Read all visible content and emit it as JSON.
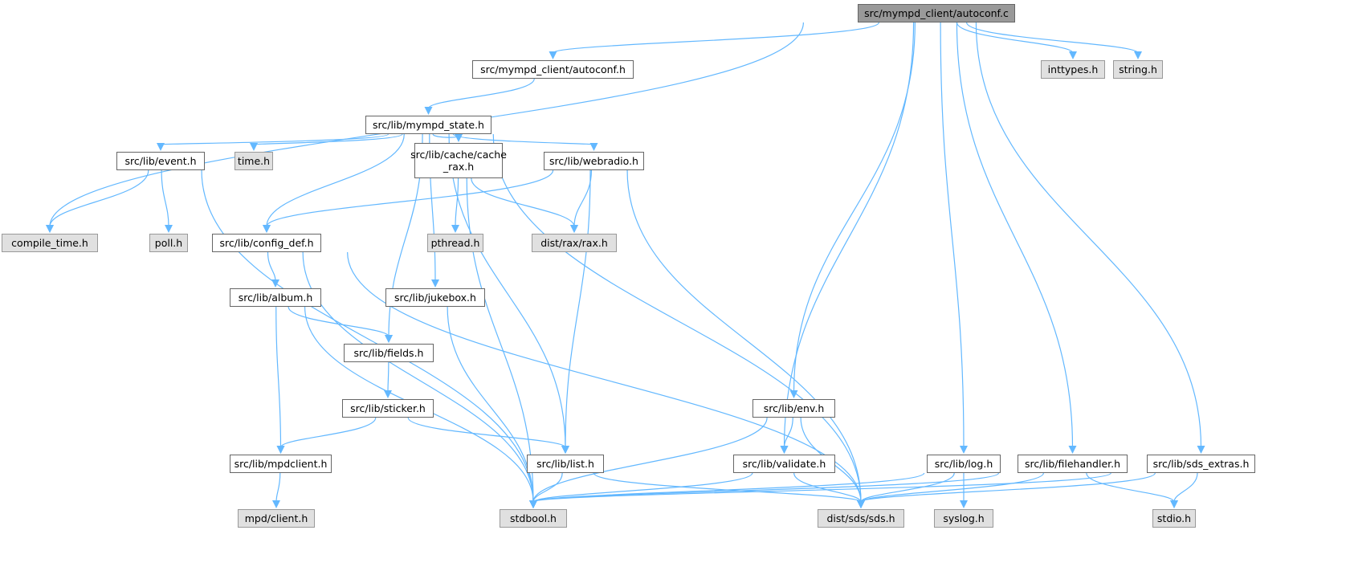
{
  "colors": {
    "edge": "#63b8ff",
    "root_fill": "#999999",
    "system_fill": "#e0e0e0",
    "node_border": "#666666"
  },
  "nodes": [
    {
      "id": "autoconf_c",
      "label": "src/mympd_client/autoconf.c",
      "kind": "root"
    },
    {
      "id": "autoconf_h",
      "label": "src/mympd_client/autoconf.h",
      "kind": "local"
    },
    {
      "id": "inttypes",
      "label": "inttypes.h",
      "kind": "sys"
    },
    {
      "id": "string",
      "label": "string.h",
      "kind": "sys"
    },
    {
      "id": "mympd_state",
      "label": "src/lib/mympd_state.h",
      "kind": "local"
    },
    {
      "id": "event",
      "label": "src/lib/event.h",
      "kind": "local"
    },
    {
      "id": "time",
      "label": "time.h",
      "kind": "sys"
    },
    {
      "id": "cache_rax",
      "label": "src/lib/cache/cache\n_rax.h",
      "kind": "local"
    },
    {
      "id": "webradio",
      "label": "src/lib/webradio.h",
      "kind": "local"
    },
    {
      "id": "compile_time",
      "label": "compile_time.h",
      "kind": "sys"
    },
    {
      "id": "poll",
      "label": "poll.h",
      "kind": "sys"
    },
    {
      "id": "config_def",
      "label": "src/lib/config_def.h",
      "kind": "local"
    },
    {
      "id": "pthread",
      "label": "pthread.h",
      "kind": "sys"
    },
    {
      "id": "rax",
      "label": "dist/rax/rax.h",
      "kind": "sys"
    },
    {
      "id": "album",
      "label": "src/lib/album.h",
      "kind": "local"
    },
    {
      "id": "jukebox",
      "label": "src/lib/jukebox.h",
      "kind": "local"
    },
    {
      "id": "fields",
      "label": "src/lib/fields.h",
      "kind": "local"
    },
    {
      "id": "sticker",
      "label": "src/lib/sticker.h",
      "kind": "local"
    },
    {
      "id": "env",
      "label": "src/lib/env.h",
      "kind": "local"
    },
    {
      "id": "mpdclient",
      "label": "src/lib/mpdclient.h",
      "kind": "local"
    },
    {
      "id": "list",
      "label": "src/lib/list.h",
      "kind": "local"
    },
    {
      "id": "validate",
      "label": "src/lib/validate.h",
      "kind": "local"
    },
    {
      "id": "log",
      "label": "src/lib/log.h",
      "kind": "local"
    },
    {
      "id": "filehandler",
      "label": "src/lib/filehandler.h",
      "kind": "local"
    },
    {
      "id": "sds_extras",
      "label": "src/lib/sds_extras.h",
      "kind": "local"
    },
    {
      "id": "mpd_client",
      "label": "mpd/client.h",
      "kind": "sys"
    },
    {
      "id": "stdbool",
      "label": "stdbool.h",
      "kind": "sys"
    },
    {
      "id": "sds",
      "label": "dist/sds/sds.h",
      "kind": "sys"
    },
    {
      "id": "syslog",
      "label": "syslog.h",
      "kind": "sys"
    },
    {
      "id": "stdio",
      "label": "stdio.h",
      "kind": "sys"
    }
  ],
  "edges": [
    [
      "autoconf_c",
      "compile_time"
    ],
    [
      "autoconf_c",
      "autoconf_h"
    ],
    [
      "autoconf_c",
      "env"
    ],
    [
      "autoconf_c",
      "validate"
    ],
    [
      "autoconf_c",
      "log"
    ],
    [
      "autoconf_c",
      "filehandler"
    ],
    [
      "autoconf_c",
      "sds_extras"
    ],
    [
      "autoconf_c",
      "inttypes"
    ],
    [
      "autoconf_c",
      "string"
    ],
    [
      "autoconf_h",
      "mympd_state"
    ],
    [
      "mympd_state",
      "event"
    ],
    [
      "mympd_state",
      "time"
    ],
    [
      "mympd_state",
      "cache_rax"
    ],
    [
      "mympd_state",
      "webradio"
    ],
    [
      "mympd_state",
      "config_def"
    ],
    [
      "mympd_state",
      "fields"
    ],
    [
      "mympd_state",
      "jukebox"
    ],
    [
      "mympd_state",
      "list"
    ],
    [
      "mympd_state",
      "sds"
    ],
    [
      "event",
      "compile_time"
    ],
    [
      "event",
      "poll"
    ],
    [
      "event",
      "stdbool"
    ],
    [
      "cache_rax",
      "pthread"
    ],
    [
      "cache_rax",
      "rax"
    ],
    [
      "cache_rax",
      "stdbool"
    ],
    [
      "webradio",
      "config_def"
    ],
    [
      "webradio",
      "rax"
    ],
    [
      "webradio",
      "list"
    ],
    [
      "webradio",
      "sds"
    ],
    [
      "config_def",
      "album"
    ],
    [
      "config_def",
      "stdbool"
    ],
    [
      "config_def",
      "sds"
    ],
    [
      "album",
      "fields"
    ],
    [
      "album",
      "mpdclient"
    ],
    [
      "album",
      "stdbool"
    ],
    [
      "jukebox",
      "stdbool"
    ],
    [
      "fields",
      "sticker"
    ],
    [
      "sticker",
      "mpdclient"
    ],
    [
      "sticker",
      "list"
    ],
    [
      "mpdclient",
      "mpd_client"
    ],
    [
      "list",
      "stdbool"
    ],
    [
      "list",
      "sds"
    ],
    [
      "env",
      "stdbool"
    ],
    [
      "env",
      "validate"
    ],
    [
      "env",
      "sds"
    ],
    [
      "validate",
      "stdbool"
    ],
    [
      "validate",
      "sds"
    ],
    [
      "log",
      "stdbool"
    ],
    [
      "log",
      "sds"
    ],
    [
      "log",
      "syslog"
    ],
    [
      "filehandler",
      "stdbool"
    ],
    [
      "filehandler",
      "sds"
    ],
    [
      "filehandler",
      "stdio"
    ],
    [
      "sds_extras",
      "stdbool"
    ],
    [
      "sds_extras",
      "sds"
    ],
    [
      "sds_extras",
      "stdio"
    ]
  ]
}
